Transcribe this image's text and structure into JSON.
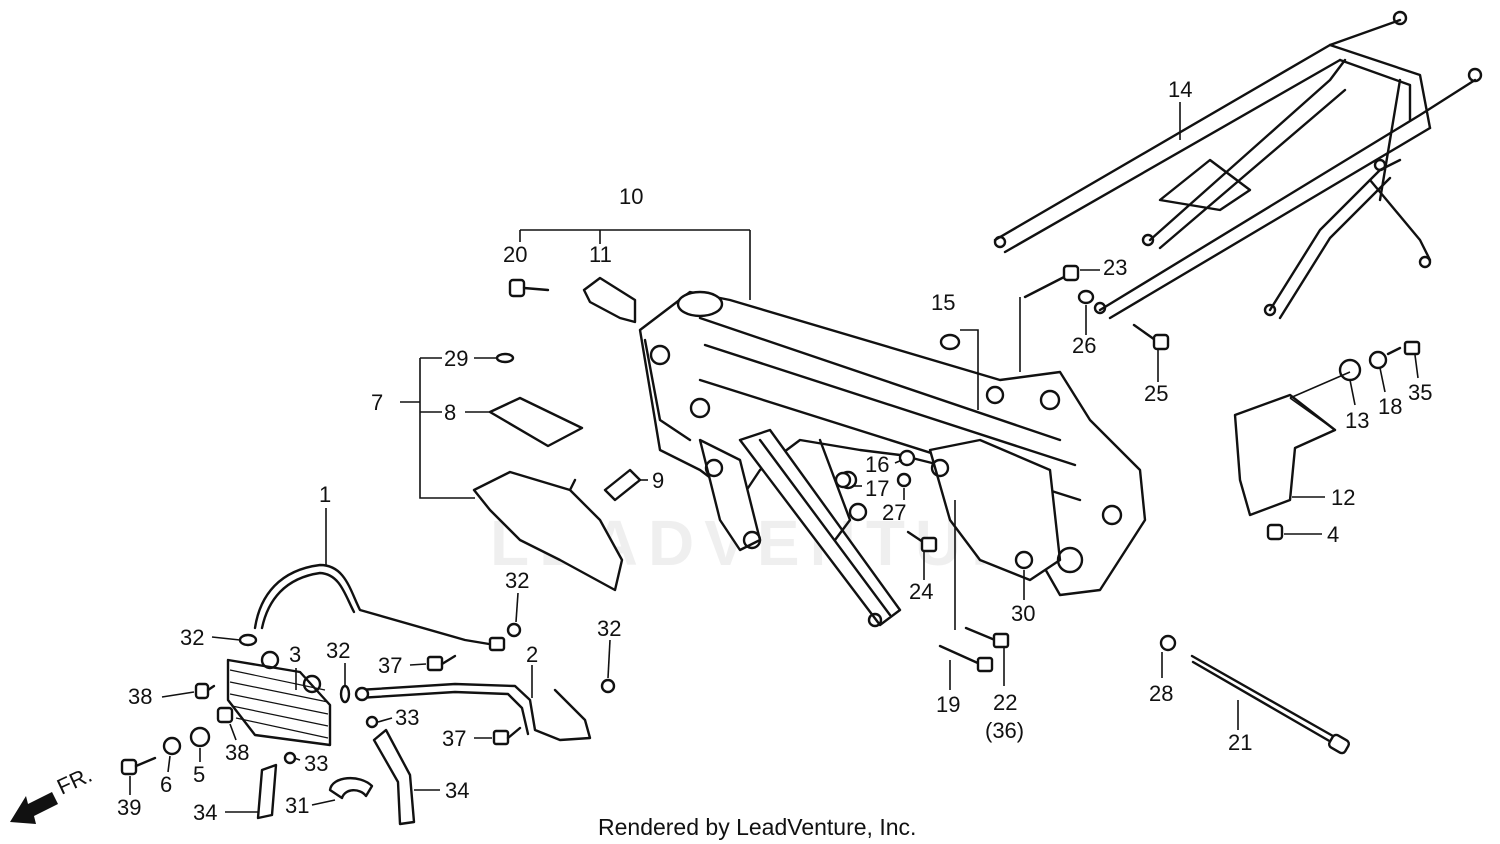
{
  "diagram": {
    "footer": "Rendered by LeadVenture, Inc.",
    "watermark": "LEADVENTURE",
    "front_marker": "FR.",
    "callouts": {
      "c1": "1",
      "c2": "2",
      "c3": "3",
      "c4": "4",
      "c5": "5",
      "c6": "6",
      "c7": "7",
      "c8": "8",
      "c9": "9",
      "c10": "10",
      "c11": "11",
      "c12": "12",
      "c13": "13",
      "c14": "14",
      "c15": "15",
      "c16": "16",
      "c17": "17",
      "c18": "18",
      "c19": "19",
      "c20": "20",
      "c21": "21",
      "c22": "22",
      "c22alt": "(36)",
      "c23": "23",
      "c24": "24",
      "c25": "25",
      "c26": "26",
      "c27": "27",
      "c28": "28",
      "c29": "29",
      "c30": "30",
      "c31": "31",
      "c32": "32",
      "c33": "33",
      "c34": "34",
      "c35": "35",
      "c37": "37",
      "c38": "38",
      "c39": "39"
    }
  }
}
